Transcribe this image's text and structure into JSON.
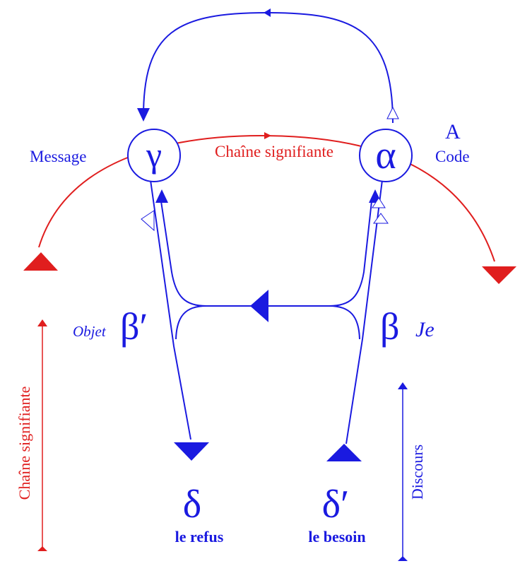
{
  "colors": {
    "blue": "#1a1ae0",
    "red": "#e01e1e",
    "white": "#ffffff"
  },
  "nodes": {
    "gamma": {
      "symbol": "γ",
      "label": "Message"
    },
    "alpha": {
      "symbol": "α",
      "letter": "A",
      "label": "Code"
    },
    "beta_prime": {
      "symbol": "β′",
      "label": "Objet"
    },
    "beta": {
      "symbol": "β",
      "label": "Je"
    },
    "delta": {
      "symbol": "δ",
      "label": "le refus"
    },
    "delta_prime": {
      "symbol": "δ′",
      "label": "le besoin"
    }
  },
  "chain_label": "Chaîne signifiante",
  "side_axes": {
    "left": "Chaîne signifiante",
    "right": "Discours"
  }
}
